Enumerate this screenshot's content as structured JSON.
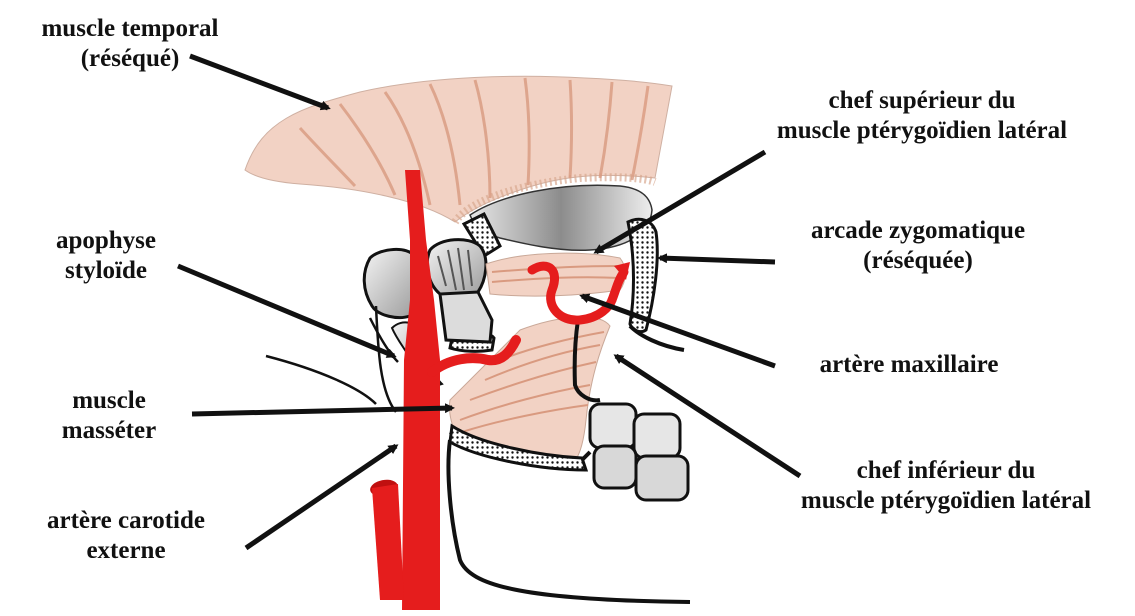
{
  "labels": {
    "temporal": {
      "line1": "muscle temporal",
      "line2": "(réséqué)"
    },
    "pterygoid_sup": {
      "line1": "chef supérieur du",
      "line2": "muscle ptérygoïdien latéral"
    },
    "styloid": {
      "line1": "apophyse",
      "line2": "styloïde"
    },
    "zygomatic": {
      "line1": "arcade zygomatique",
      "line2": "(réséquée)"
    },
    "maxillary": {
      "line1": "artère maxillaire"
    },
    "masseter": {
      "line1": "muscle",
      "line2": "masséter"
    },
    "pterygoid_inf": {
      "line1": "chef inférieur du",
      "line2": "muscle ptérygoïdien latéral"
    },
    "carotid": {
      "line1": "artère carotide",
      "line2": "externe"
    }
  },
  "colors": {
    "artery": "#e51d1d",
    "muscle": "#f2d2c4",
    "muscle_fiber": "#d99a80",
    "outline": "#111111"
  }
}
